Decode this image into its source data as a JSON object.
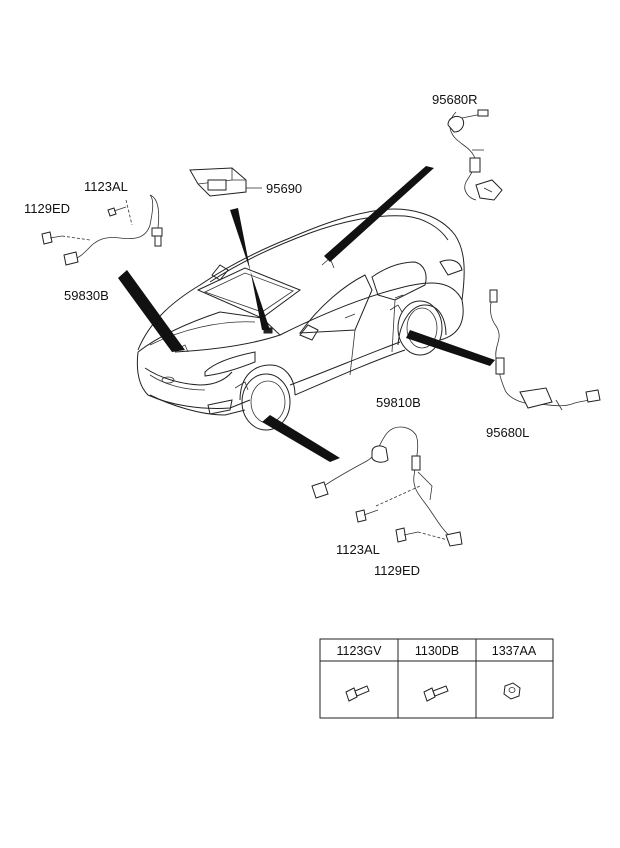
{
  "labels": {
    "p95680R": "95680R",
    "p95690": "95690",
    "p1123AL_top": "1123AL",
    "p1129ED_top": "1129ED",
    "p59830B": "59830B",
    "p59810B": "59810B",
    "p95680L": "95680L",
    "p1123AL_bot": "1123AL",
    "p1129ED_bot": "1129ED"
  },
  "table": {
    "headers": [
      "1123GV",
      "1130DB",
      "1337AA"
    ]
  }
}
